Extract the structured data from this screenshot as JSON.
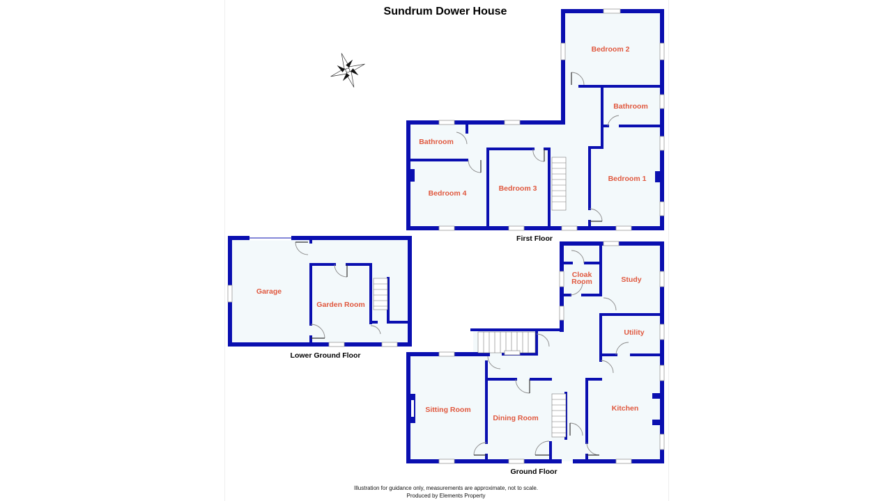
{
  "title": "Sundrum Dower House",
  "floors": {
    "first": {
      "label": "First Floor",
      "rooms": [
        "Bedroom 2",
        "Bathroom",
        "Bathroom",
        "Bedroom 4",
        "Bedroom 3",
        "Bedroom 1"
      ]
    },
    "lower_ground": {
      "label": "Lower Ground Floor",
      "rooms": [
        "Garage",
        "Garden Room"
      ]
    },
    "ground": {
      "label": "Ground Floor",
      "rooms": [
        "Cloak",
        "Room",
        "Study",
        "Utility",
        "Sitting Room",
        "Dining Room",
        "Kitchen"
      ]
    }
  },
  "footer": {
    "line1": "Illustration for guidance only, measurements are approximate, not to scale.",
    "line2": "Produced by Elements Property"
  },
  "colors": {
    "wall": "#0a0fb0",
    "room_fill": "#f3f9fb",
    "room_label": "#e0583e"
  }
}
